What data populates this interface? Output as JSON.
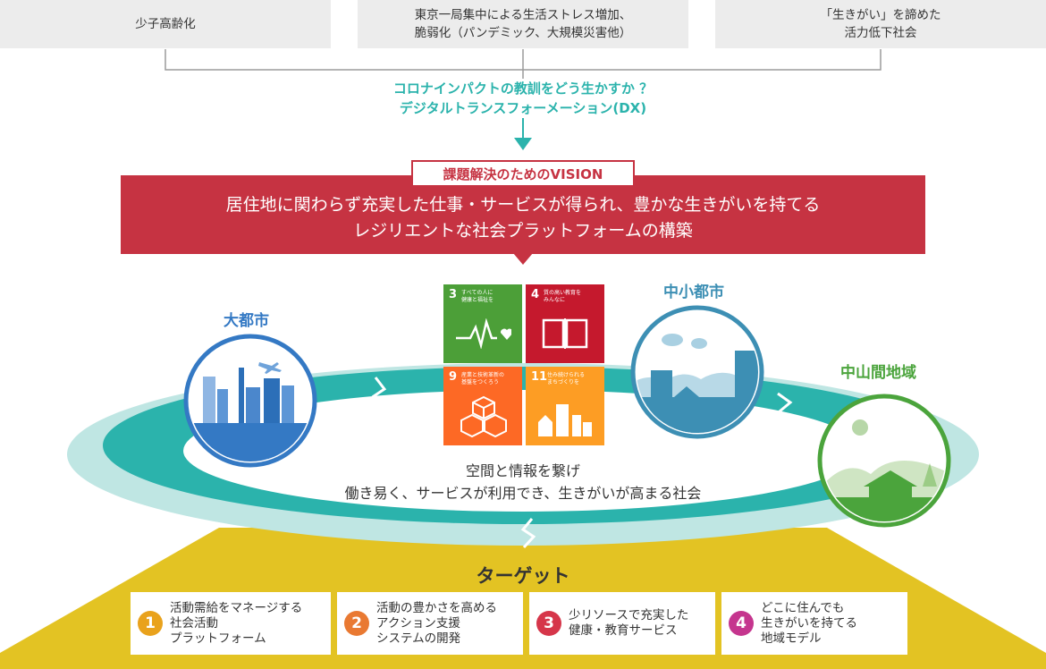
{
  "issues": [
    {
      "label": "少子高齢化"
    },
    {
      "label": "東京一局集中による生活ストレス増加、\n脆弱化（パンデミック、大規模災害他）"
    },
    {
      "label": "「生きがい」を諦めた\n活力低下社会"
    }
  ],
  "question": "コロナインパクトの教訓をどう生かすか ？\nデジタルトランスフォーメーション(DX)",
  "vision": {
    "label": "課題解決のためのVISION",
    "statement": "居住地に関わらず充実した仕事・サービスが得られ、豊かな生きがいを持てる\nレジリエントな社会プラットフォームの構築"
  },
  "regions": {
    "large_city": "大都市",
    "mid_city": "中小都市",
    "rural": "中山間地域"
  },
  "sdgs": [
    {
      "number": "3",
      "text": "すべての人に\n健康と福祉を",
      "color": "#4c9f38"
    },
    {
      "number": "4",
      "text": "質の高い教育を\nみんなに",
      "color": "#c5192d"
    },
    {
      "number": "9",
      "text": "産業と技術革新の\n基盤をつくろう",
      "color": "#fd6925"
    },
    {
      "number": "11",
      "text": "住み続けられる\nまちづくりを",
      "color": "#fd9d24"
    }
  ],
  "center_text": "空間と情報を繋げ\n働き易く、サービスが利用でき、生きがいが高まる社会",
  "target": {
    "title": "ターゲット",
    "items": [
      {
        "number": "1",
        "text": "活動需給をマネージする\n社会活動\nプラットフォーム",
        "color": "#e9a21c"
      },
      {
        "number": "2",
        "text": "活動の豊かさを高める\nアクション支援\nシステムの開発",
        "color": "#e97932"
      },
      {
        "number": "3",
        "text": "少リソースで充実した\n健康・教育サービス",
        "color": "#d6364a"
      },
      {
        "number": "4",
        "text": "どこに住んでも\n生きがいを持てる\n地域モデル",
        "color": "#c5358e"
      }
    ]
  },
  "colors": {
    "teal": "#2bb3ac",
    "red": "#c63342",
    "yellow": "#e3c323",
    "blue_city": "#3479c4",
    "mid_city": "#3d8fb4",
    "green": "#4ba43c"
  }
}
